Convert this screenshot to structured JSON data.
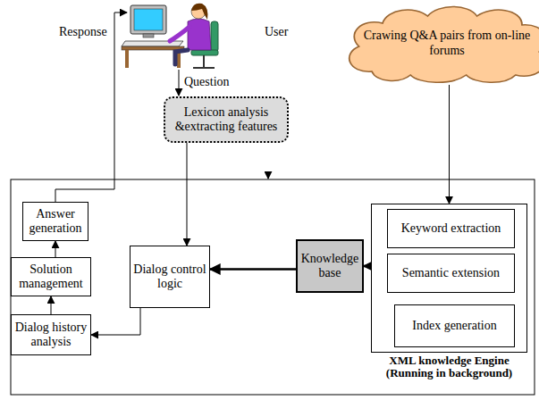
{
  "diagram": {
    "nodes": [
      {
        "text": [
          "Crawing Q&A pairs from on-line forums"
        ]
      },
      {
        "text": [
          "Lexicon analysis &extracting features"
        ]
      },
      {
        "text": [
          "Answer generation"
        ]
      },
      {
        "text": [
          "Solution management"
        ]
      },
      {
        "text": [
          "Dialog history analysis"
        ]
      },
      {
        "text": [
          "Dialog control logic"
        ]
      },
      {
        "text": [
          "Knowledge base"
        ]
      },
      {
        "text": [
          "XML knowledge Engine (Running in background)"
        ]
      },
      {
        "text": [
          "Keyword extraction"
        ],
        "in": 7
      },
      {
        "text": [
          "Semantic extension"
        ],
        "in": 7
      },
      {
        "text": [
          "Index generation"
        ],
        "in": 7
      }
    ],
    "edges": [
      {
        "from": 1,
        "to": 5,
        "arrow": "to"
      },
      {
        "from": 0,
        "to": 7,
        "arrow": "to"
      },
      {
        "from": 7,
        "to": 6,
        "arrow": "to"
      },
      {
        "from": 6,
        "to": 5,
        "arrow": "to"
      },
      {
        "from": 5,
        "to": 4,
        "arrow": "to"
      },
      {
        "from": 4,
        "to": 3,
        "arrow": "to"
      },
      {
        "from": 3,
        "to": 2,
        "arrow": "to"
      }
    ],
    "labels": [
      "Response",
      "User",
      "Question"
    ]
  }
}
